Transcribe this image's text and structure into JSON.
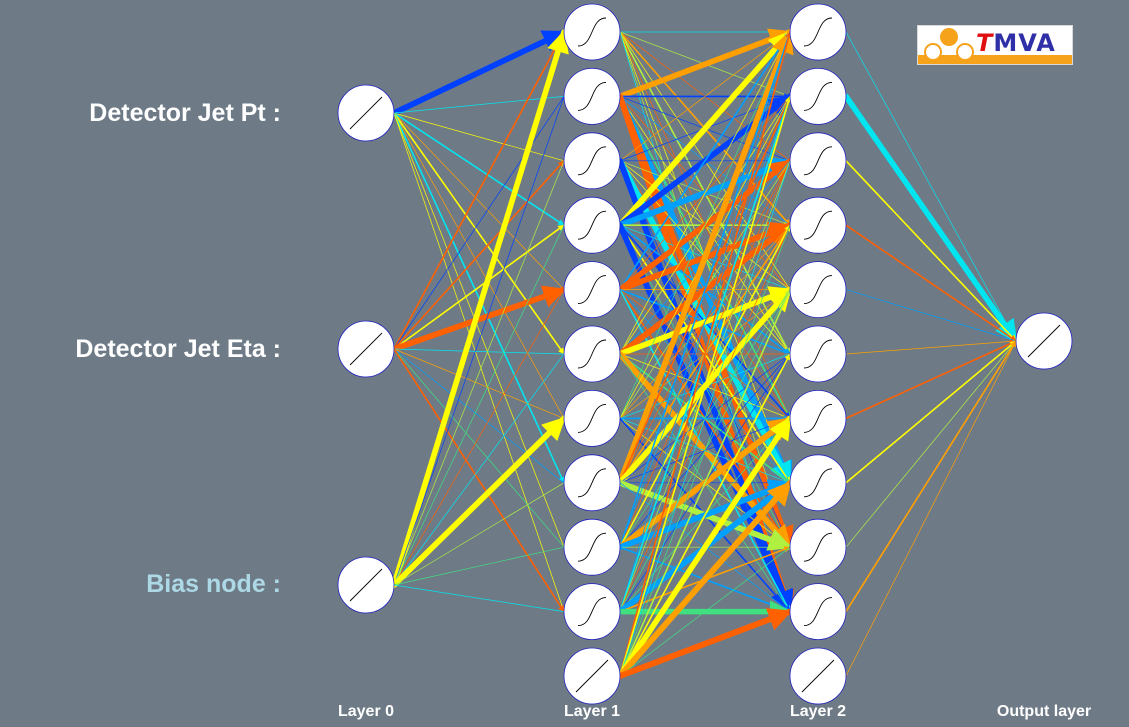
{
  "input_labels": [
    "Detector Jet Pt :",
    "Detector Jet Eta :",
    "Bias node :"
  ],
  "layer_labels": [
    "Layer 0",
    "Layer 1",
    "Layer 2",
    "Output layer"
  ],
  "logo": {
    "t": "T",
    "mva": "MVA"
  },
  "network": {
    "layer_sizes": [
      3,
      11,
      11,
      1
    ],
    "bias_last_node": [
      true,
      true,
      true,
      false
    ],
    "activations": [
      "linear",
      "sigmoid",
      "sigmoid",
      "linear"
    ]
  },
  "colors": {
    "background": "#6e7b87",
    "bias_label": "#add8e6",
    "node_fill": "#ffffff",
    "node_outline": "#2020c0",
    "weight_colormap": [
      "#0040ff",
      "#00a0ff",
      "#00e5f0",
      "#40e080",
      "#b0f040",
      "#ffff00",
      "#ffa000",
      "#ff6000"
    ]
  }
}
